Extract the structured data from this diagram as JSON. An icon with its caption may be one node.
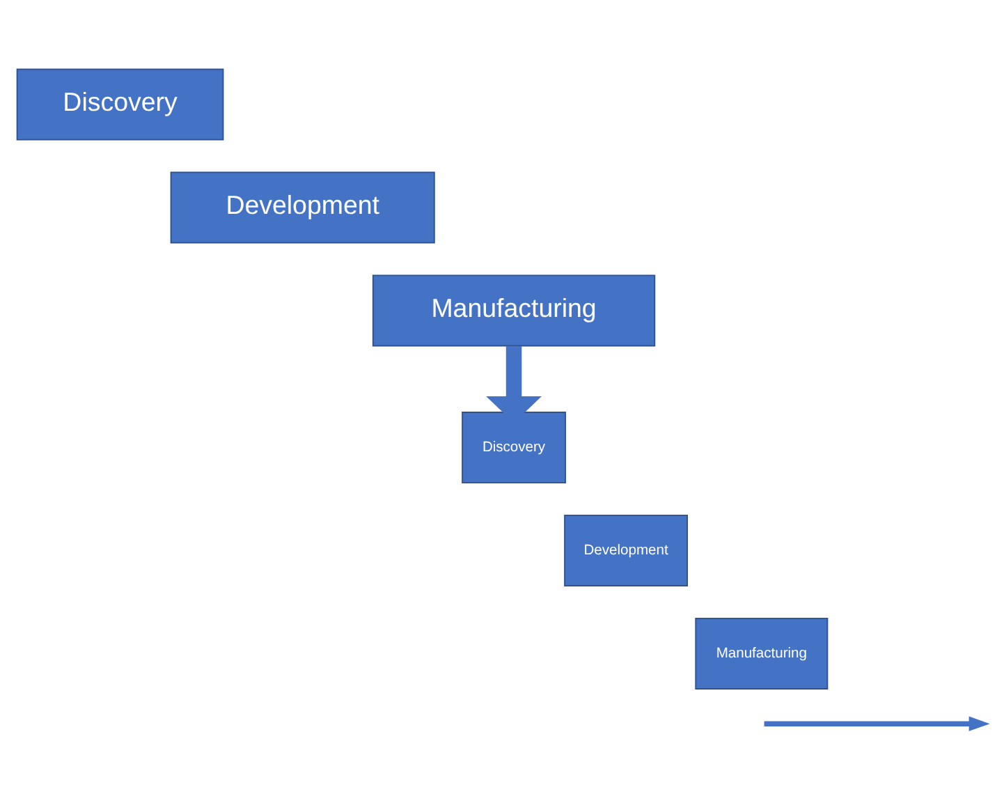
{
  "diagram": {
    "nodes": [
      {
        "text": [
          "Discovery"
        ]
      },
      {
        "text": [
          "Development"
        ]
      },
      {
        "text": [
          "Manufacturing"
        ]
      },
      {
        "text": [
          "Discovery"
        ]
      },
      {
        "text": [
          "Development"
        ]
      },
      {
        "text": [
          "Manufacturing"
        ]
      }
    ],
    "edges": [
      {
        "from": 2,
        "to": 3,
        "arrow": "to"
      }
    ]
  }
}
